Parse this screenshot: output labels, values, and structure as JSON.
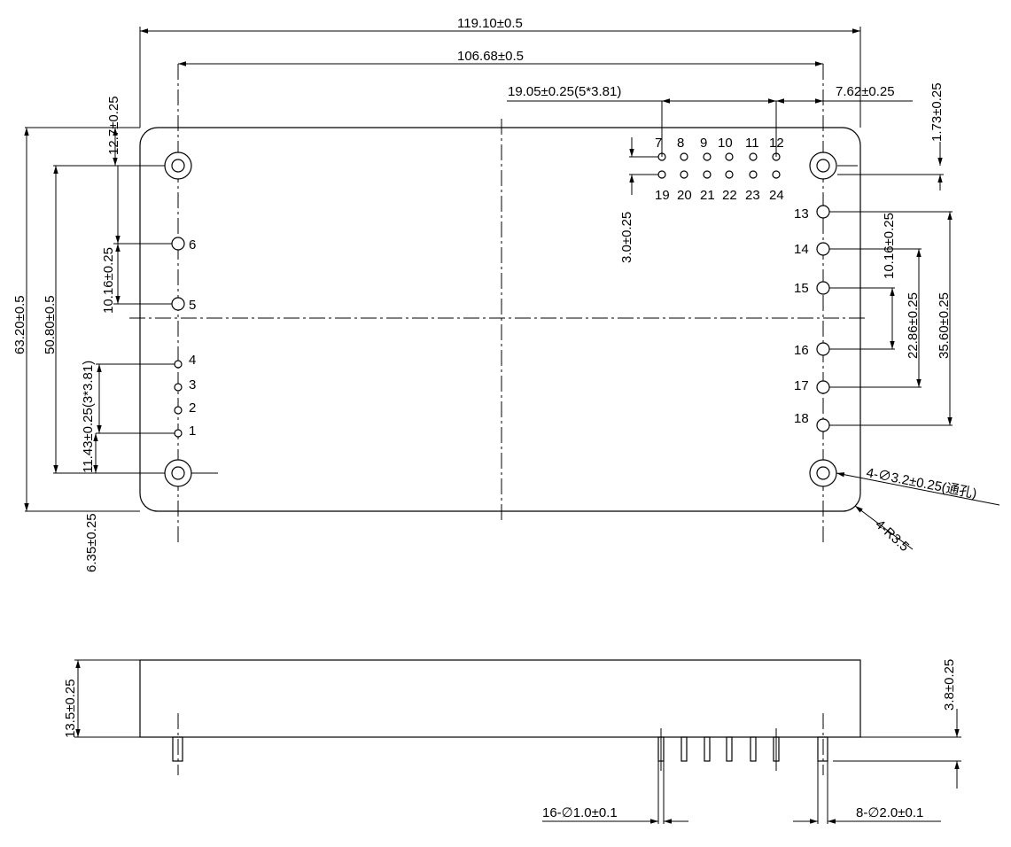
{
  "top_view": {
    "dimensions": {
      "overall_length": "119.10±0.5",
      "mount_hole_span_x": "106.68±0.5",
      "pin_row_span": "19.05±0.25(5*3.81)",
      "pin_to_hole_x": "7.62±0.25",
      "row_offset_right": "1.73±0.25",
      "hole_inset_top": "12.7±0.25",
      "pin_pitch_left": "10.16±0.25",
      "overall_width": "63.20±0.5",
      "mount_hole_span_y": "50.80±0.5",
      "signal_pin_span": "11.43±0.25(3*3.81)",
      "bottom_offset": "6.35±0.25",
      "row_pitch": "3.0±0.25",
      "pin_pitch_right": "10.16±0.25",
      "right_span_1": "22.86±0.25",
      "right_span_2": "35.60±0.25",
      "mount_hole_callout": "4-∅3.2±0.25(通孔)",
      "corner_radius": "4-R3.5"
    },
    "pins": {
      "top_row": [
        "7",
        "8",
        "9",
        "10",
        "11",
        "12"
      ],
      "bottom_row": [
        "19",
        "20",
        "21",
        "22",
        "23",
        "24"
      ],
      "left_power": [
        "6",
        "5"
      ],
      "left_signal": [
        "4",
        "3",
        "2",
        "1"
      ],
      "right_power": [
        "13",
        "14",
        "15",
        "16",
        "17",
        "18"
      ]
    }
  },
  "side_view": {
    "dimensions": {
      "height": "13.5±0.25",
      "pin_length": "3.8±0.25",
      "small_pins": "16-∅1.0±0.1",
      "large_pins": "8-∅2.0±0.1"
    }
  }
}
